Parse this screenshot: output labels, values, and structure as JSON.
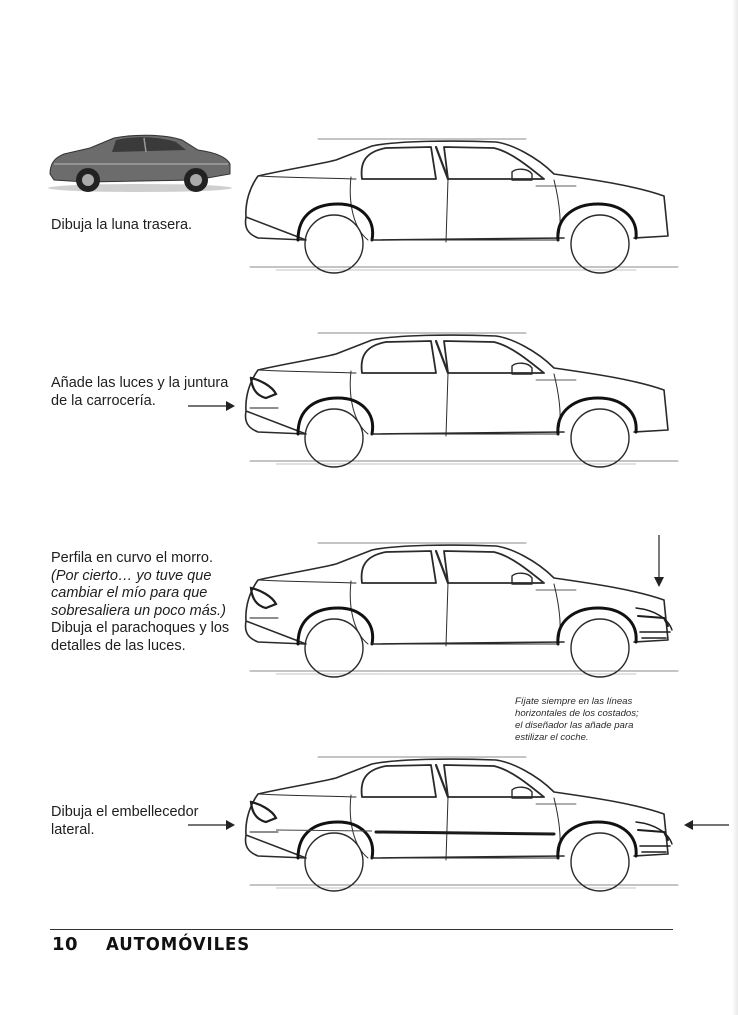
{
  "steps": [
    {
      "lines": [
        "Dibuja la luna trasera."
      ]
    },
    {
      "lines": [
        "Añade las luces y la juntura",
        "de la carrocería."
      ]
    },
    {
      "lines": [
        "Perfila en curvo el morro."
      ],
      "italic_lines": [
        "(Por cierto… yo tuve que",
        "cambiar el mío para que",
        "sobresaliera un poco más.)"
      ],
      "after_lines": [
        "Dibuja el parachoques y los",
        "detalles de las luces."
      ]
    },
    {
      "lines": [
        "Dibuja el embellecedor",
        "lateral."
      ]
    }
  ],
  "side_note": [
    "Fíjate siempre en las líneas",
    "horizontales de los costados;",
    "el diseñador las añade para",
    "estilizar el coche."
  ],
  "footer": {
    "page_number": "10",
    "section_title": "AUTOMÓVILES"
  },
  "icons": {
    "reference": "shaded-sedan-photo-icon",
    "drawing": "sedan-side-sketch-icon",
    "arrow": "arrow-pointer-icon"
  }
}
